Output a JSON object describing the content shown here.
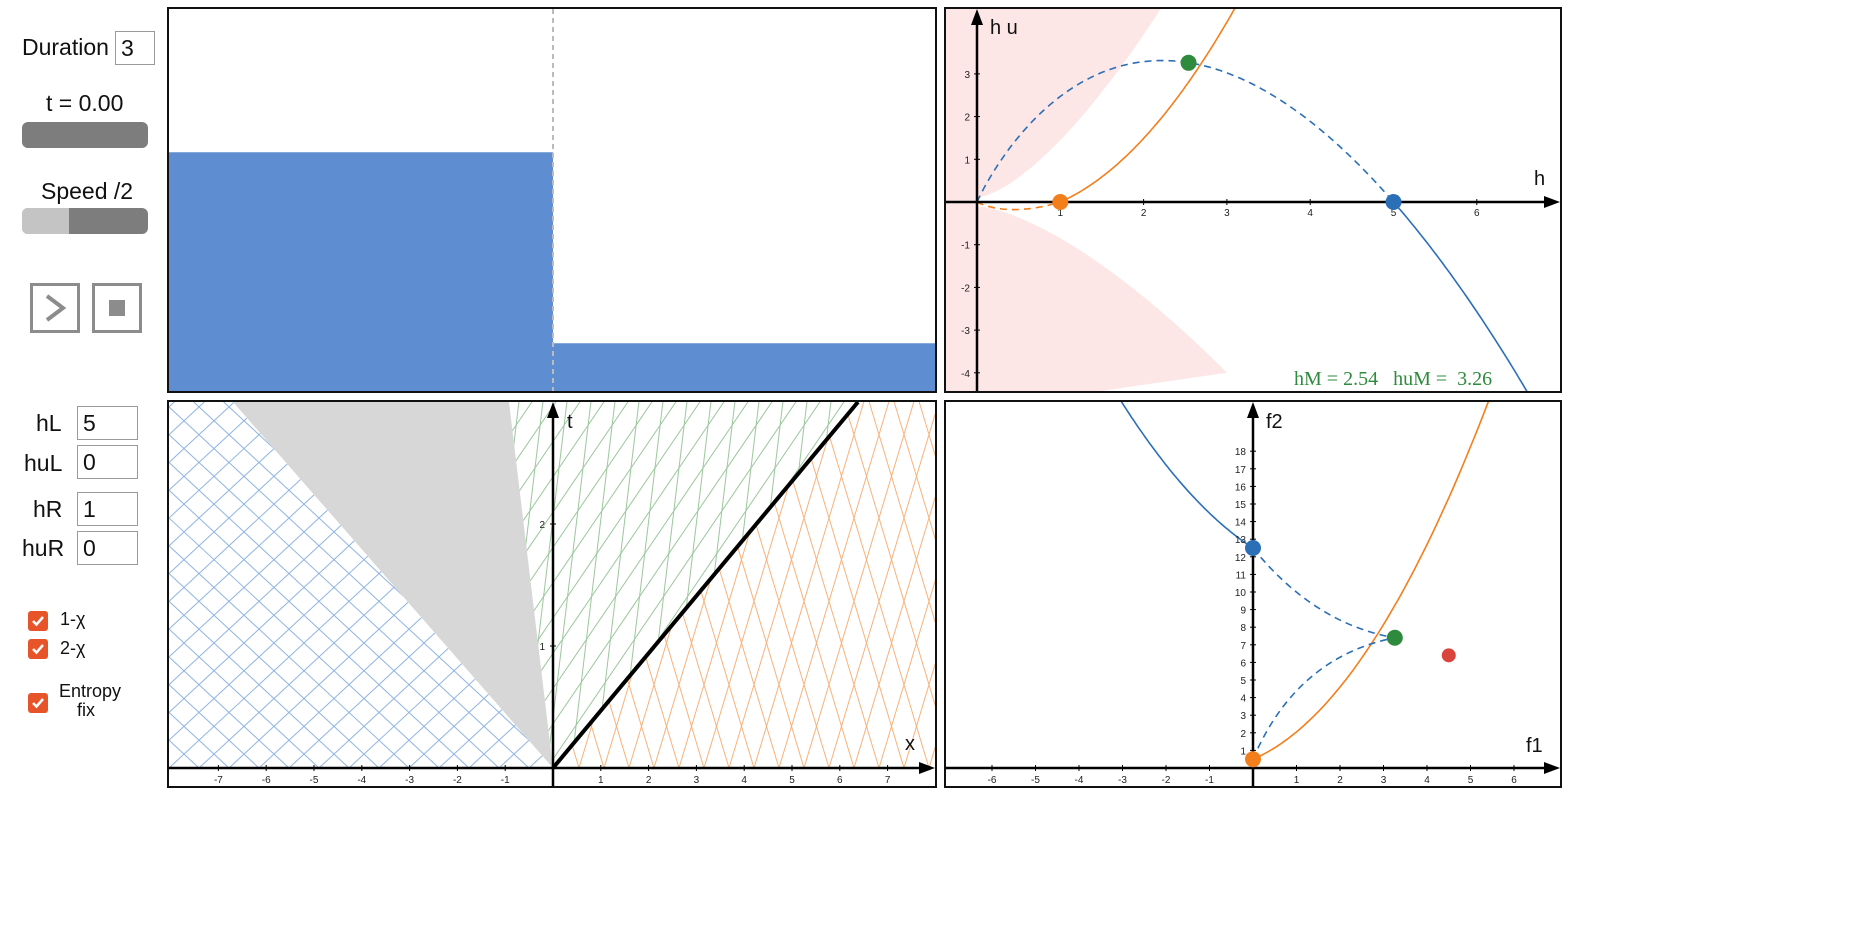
{
  "controls": {
    "duration_label": "Duration",
    "duration_value": "3",
    "time_label": "t = 0.00",
    "time_progress": 0.0,
    "speed_label": "Speed /2",
    "speed_level": 0.37,
    "play_icon": "play-icon",
    "stop_icon": "stop-icon"
  },
  "params": {
    "hL_label": "hL",
    "hL_value": "5",
    "huL_label": "huL",
    "huL_value": "0",
    "hR_label": "hR",
    "hR_value": "1",
    "huR_label": "huR",
    "huR_value": "0"
  },
  "options": {
    "chi1_label": "1-χ",
    "chi1_checked": true,
    "chi2_label": "2-χ",
    "chi2_checked": true,
    "entropy_label_1": "Entropy",
    "entropy_label_2": "fix",
    "entropy_checked": true
  },
  "colors": {
    "water": "#5f8dd1",
    "blue": "#2b6fb7",
    "orange": "#f37e1c",
    "green": "#2e8b3d",
    "red": "#d9443c",
    "pink_region": "#fde6e6",
    "fan_gray": "#d7d7d7",
    "hatch_blue": "#8fb4e3",
    "hatch_green": "#9cc79c",
    "hatch_orange": "#f7b27a"
  },
  "depth_plot": {
    "h_left": 5,
    "h_right": 1,
    "h_max_display": 8
  },
  "phase_plot": {
    "xlabel": "h",
    "ylabel": "h u",
    "x_ticks": [
      "1",
      "2",
      "3",
      "4",
      "5",
      "6"
    ],
    "y_ticks": [
      "3",
      "2",
      "1",
      "-1",
      "-2",
      "-3",
      "-4"
    ],
    "readout": "hM = 2.54   huM =  3.26",
    "points": {
      "left": [
        5,
        0
      ],
      "right": [
        1,
        0
      ],
      "middle": [
        2.54,
        3.26
      ]
    }
  },
  "xt_plot": {
    "xlabel": "x",
    "ylabel": "t",
    "x_ticks": [
      "-7",
      "-6",
      "-5",
      "-4",
      "-3",
      "-2",
      "-1",
      "1",
      "2",
      "3",
      "4",
      "5",
      "6",
      "7"
    ],
    "y_ticks": [
      "2",
      "1"
    ]
  },
  "flux_plot": {
    "xlabel": "f1",
    "ylabel": "f2",
    "x_ticks": [
      "-6",
      "-5",
      "-4",
      "-3",
      "-2",
      "-1",
      "1",
      "2",
      "3",
      "4",
      "5",
      "6"
    ],
    "y_ticks": [
      "18",
      "17",
      "16",
      "15",
      "14",
      "13",
      "12",
      "11",
      "10",
      "9",
      "8",
      "7",
      "6",
      "5",
      "4",
      "3",
      "2",
      "1"
    ],
    "points": {
      "left": [
        0,
        12.5
      ],
      "right": [
        0,
        0.5
      ],
      "middle": [
        3.26,
        7.4
      ],
      "red": [
        4.5,
        6.4
      ]
    }
  }
}
